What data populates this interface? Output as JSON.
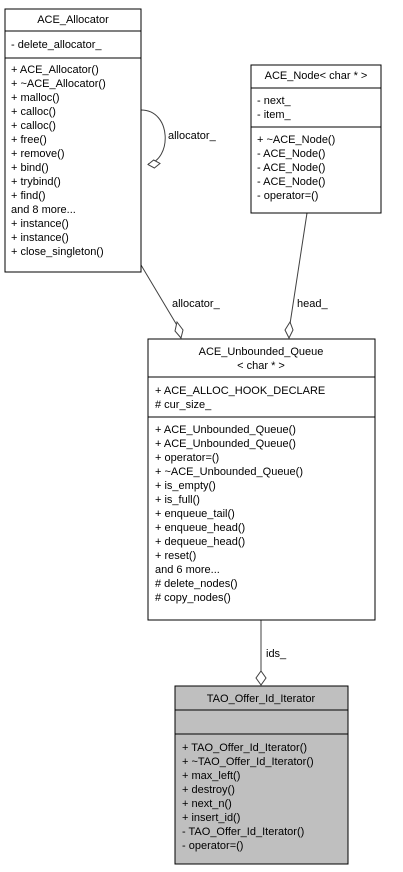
{
  "classes": {
    "allocator": {
      "title": "ACE_Allocator",
      "attributes": [
        "- delete_allocator_"
      ],
      "methods": [
        "+ ACE_Allocator()",
        "+ ~ACE_Allocator()",
        "+ malloc()",
        "+ calloc()",
        "+ calloc()",
        "+ free()",
        "+ remove()",
        "+ bind()",
        "+ trybind()",
        "+ find()",
        "and 8 more...",
        "+ instance()",
        "+ instance()",
        "+ close_singleton()"
      ]
    },
    "node": {
      "title": "ACE_Node< char * >",
      "attributes": [
        "- next_",
        "- item_"
      ],
      "methods": [
        "+ ~ACE_Node()",
        "- ACE_Node()",
        "- ACE_Node()",
        "- ACE_Node()",
        "- operator=()"
      ]
    },
    "queue": {
      "title_line1": "ACE_Unbounded_Queue",
      "title_line2": "< char * >",
      "attributes": [
        "+ ACE_ALLOC_HOOK_DECLARE",
        "# cur_size_"
      ],
      "methods": [
        "+ ACE_Unbounded_Queue()",
        "+ ACE_Unbounded_Queue()",
        "+ operator=()",
        "+ ~ACE_Unbounded_Queue()",
        "+ is_empty()",
        "+ is_full()",
        "+ enqueue_tail()",
        "+ enqueue_head()",
        "+ dequeue_head()",
        "+ reset()",
        "and 6 more...",
        "# delete_nodes()",
        "# copy_nodes()"
      ]
    },
    "iterator": {
      "title": "TAO_Offer_Id_Iterator",
      "attributes": [],
      "methods": [
        "+ TAO_Offer_Id_Iterator()",
        "+ ~TAO_Offer_Id_Iterator()",
        "+ max_left()",
        "+ destroy()",
        "+ next_n()",
        "+ insert_id()",
        "- TAO_Offer_Id_Iterator()",
        "- operator=()"
      ]
    }
  },
  "edges": {
    "allocator_self": "allocator_",
    "allocator_queue": "allocator_",
    "node_queue": "head_",
    "queue_iterator": "ids_"
  },
  "colors": {
    "highlight_fill": "#bfbfbf",
    "edge": "#404040"
  }
}
